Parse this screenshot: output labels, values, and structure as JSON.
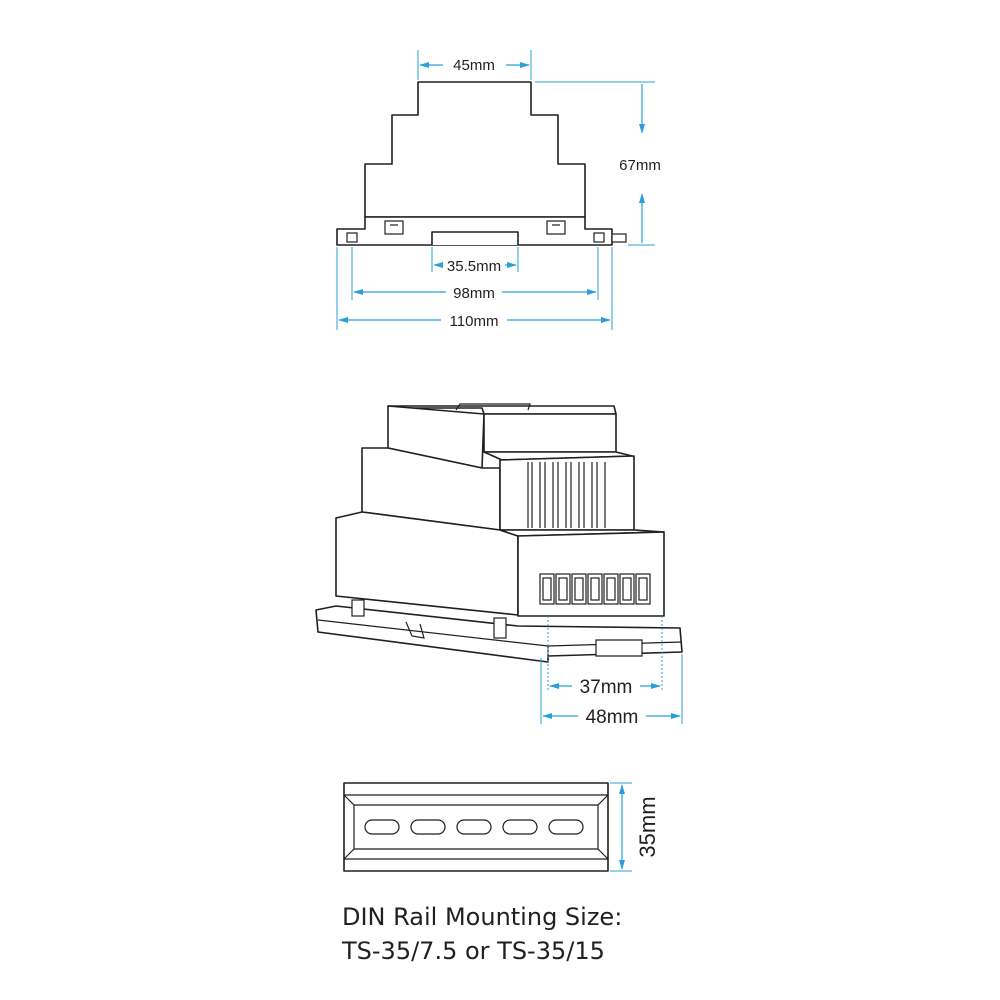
{
  "front_view": {
    "width_top": "45mm",
    "height": "67mm",
    "rail_gap": "35.5mm",
    "width_mid": "98mm",
    "width_overall": "110mm"
  },
  "iso_view": {
    "depth_inner": "37mm",
    "depth_outer": "48mm"
  },
  "rail_view": {
    "rail_height": "35mm"
  },
  "caption": {
    "line1": "DIN Rail Mounting Size:",
    "line2": "TS-35/7.5 or TS-35/15"
  },
  "colors": {
    "dimension": "#2a9fd8",
    "outline": "#231f20"
  }
}
